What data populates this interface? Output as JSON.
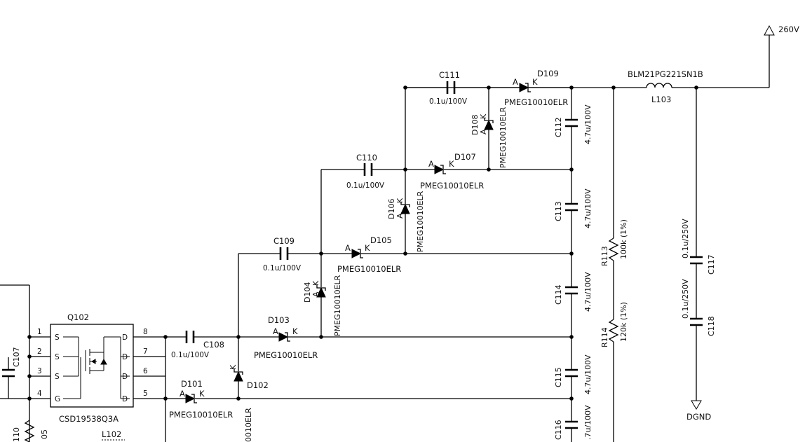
{
  "rails": {
    "vout": "260V",
    "gnd": "DGND"
  },
  "mosfet": {
    "ref": "Q102",
    "part": "CSD19538Q3A",
    "pins": [
      "1",
      "2",
      "3",
      "4",
      "8",
      "7",
      "6",
      "5"
    ],
    "pin_letters": [
      "S",
      "S",
      "S",
      "G",
      "D",
      "D",
      "D",
      "D"
    ]
  },
  "inductors": {
    "l103": {
      "ref": "L103",
      "part": "BLM21PG221SN1B"
    },
    "l102": {
      "ref": "L102"
    }
  },
  "capacitors": {
    "c107": {
      "ref": "C107"
    },
    "c108": {
      "ref": "C108",
      "value": "0.1u/100V"
    },
    "c109": {
      "ref": "C109",
      "value": "0.1u/100V"
    },
    "c110": {
      "ref": "C110",
      "value": "0.1u/100V"
    },
    "c111": {
      "ref": "C111",
      "value": "0.1u/100V"
    },
    "c112": {
      "ref": "C112",
      "value": "4.7u/100V"
    },
    "c113": {
      "ref": "C113",
      "value": "4.7u/100V"
    },
    "c114": {
      "ref": "C114",
      "value": "4.7u/100V"
    },
    "c115": {
      "ref": "C115",
      "value": "4.7u/100V"
    },
    "c116": {
      "ref": "C116",
      "value": ".7u/100V"
    },
    "c117": {
      "ref": "C117",
      "value": "0.1u/250V"
    },
    "c118": {
      "ref": "C118",
      "value": "0.1u/250V"
    }
  },
  "resistors": {
    "r113": {
      "ref": "R113",
      "value": "100k (1%)"
    },
    "r114": {
      "ref": "R114",
      "value": "120k (1%)"
    },
    "partial_ref": "110",
    "partial_val": "05"
  },
  "diodes": {
    "part": "PMEG10010ELR",
    "part_partial": "0010ELR",
    "anode": "A",
    "cathode": "K",
    "d101": "D101",
    "d102": "D102",
    "d103": "D103",
    "d104": "D104",
    "d105": "D105",
    "d106": "D106",
    "d107": "D107",
    "d108": "D108",
    "d109": "D109"
  }
}
